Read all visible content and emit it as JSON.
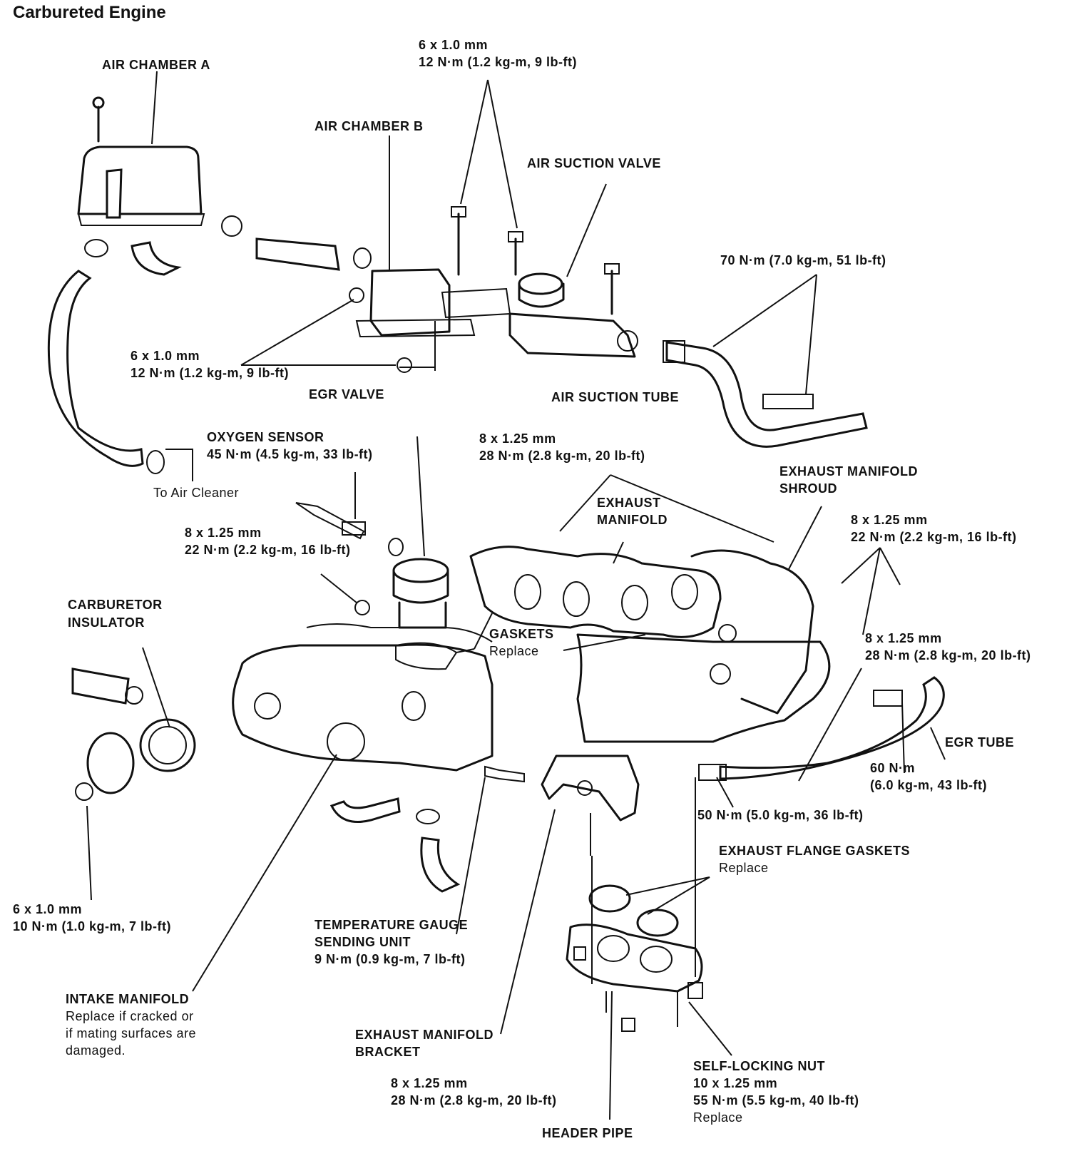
{
  "title": "Carbureted Engine",
  "labels": {
    "air_chamber_a": "AIR CHAMBER A",
    "bolt_top_size": "6 x 1.0 mm",
    "bolt_top_torque": "12 N·m (1.2 kg-m, 9 lb-ft)",
    "air_chamber_b": "AIR CHAMBER B",
    "air_suction_valve": "AIR SUCTION VALVE",
    "torque_70": "70 N·m (7.0 kg-m, 51 lb-ft)",
    "bolt_mid_size": "6 x 1.0 mm",
    "bolt_mid_torque": "12 N·m (1.2 kg-m, 9 lb-ft)",
    "egr_valve": "EGR VALVE",
    "air_suction_tube": "AIR SUCTION TUBE",
    "oxygen_sensor": "OXYGEN SENSOR",
    "oxygen_sensor_torque": "45 N·m (4.5 kg-m, 33 lb-ft)",
    "to_air_cleaner": "To Air Cleaner",
    "bolt_825_a_size": "8 x 1.25 mm",
    "bolt_825_a_torque": "28 N·m (2.8 kg-m, 20 lb-ft)",
    "exhaust_manifold_shroud_1": "EXHAUST MANIFOLD",
    "exhaust_manifold_shroud_2": "SHROUD",
    "exhaust_manifold_1": "EXHAUST",
    "exhaust_manifold_2": "MANIFOLD",
    "bolt_825_b_size": "8 x 1.25 mm",
    "bolt_825_b_torque": "22 N·m (2.2 kg-m, 16 lb-ft)",
    "bolt_825_c_size": "8 x 1.25 mm",
    "bolt_825_c_torque": "22 N·m (2.2 kg-m, 16 lb-ft)",
    "carb_insulator_1": "CARBURETOR",
    "carb_insulator_2": "INSULATOR",
    "gaskets": "GASKETS",
    "gaskets_note": "Replace",
    "bolt_825_d_size": "8 x 1.25 mm",
    "bolt_825_d_torque": "28 N·m (2.8 kg-m, 20 lb-ft)",
    "egr_tube": "EGR TUBE",
    "torque_60_a": "60 N·m",
    "torque_60_b": "(6.0 kg-m, 43 lb-ft)",
    "torque_50": "50 N·m (5.0 kg-m, 36 lb-ft)",
    "exhaust_flange_gaskets": "EXHAUST FLANGE GASKETS",
    "exhaust_flange_note": "Replace",
    "bolt_10_size": "6 x 1.0 mm",
    "bolt_10_torque": "10 N·m (1.0 kg-m, 7 lb-ft)",
    "temp_gauge_1": "TEMPERATURE GAUGE",
    "temp_gauge_2": "SENDING UNIT",
    "temp_gauge_torque": "9 N·m (0.9 kg-m, 7 lb-ft)",
    "intake_manifold": "INTAKE MANIFOLD",
    "intake_note_1": "Replace if cracked or",
    "intake_note_2": "if mating surfaces are",
    "intake_note_3": "damaged.",
    "bracket_1": "EXHAUST MANIFOLD",
    "bracket_2": "BRACKET",
    "bolt_825_e_size": "8 x 1.25 mm",
    "bolt_825_e_torque": "28 N·m (2.8 kg-m, 20 lb-ft)",
    "self_locking_nut": "SELF-LOCKING NUT",
    "nut_size": "10 x 1.25 mm",
    "nut_torque": "55 N·m (5.5 kg-m, 40 lb-ft)",
    "nut_note": "Replace",
    "header_pipe": "HEADER PIPE"
  }
}
